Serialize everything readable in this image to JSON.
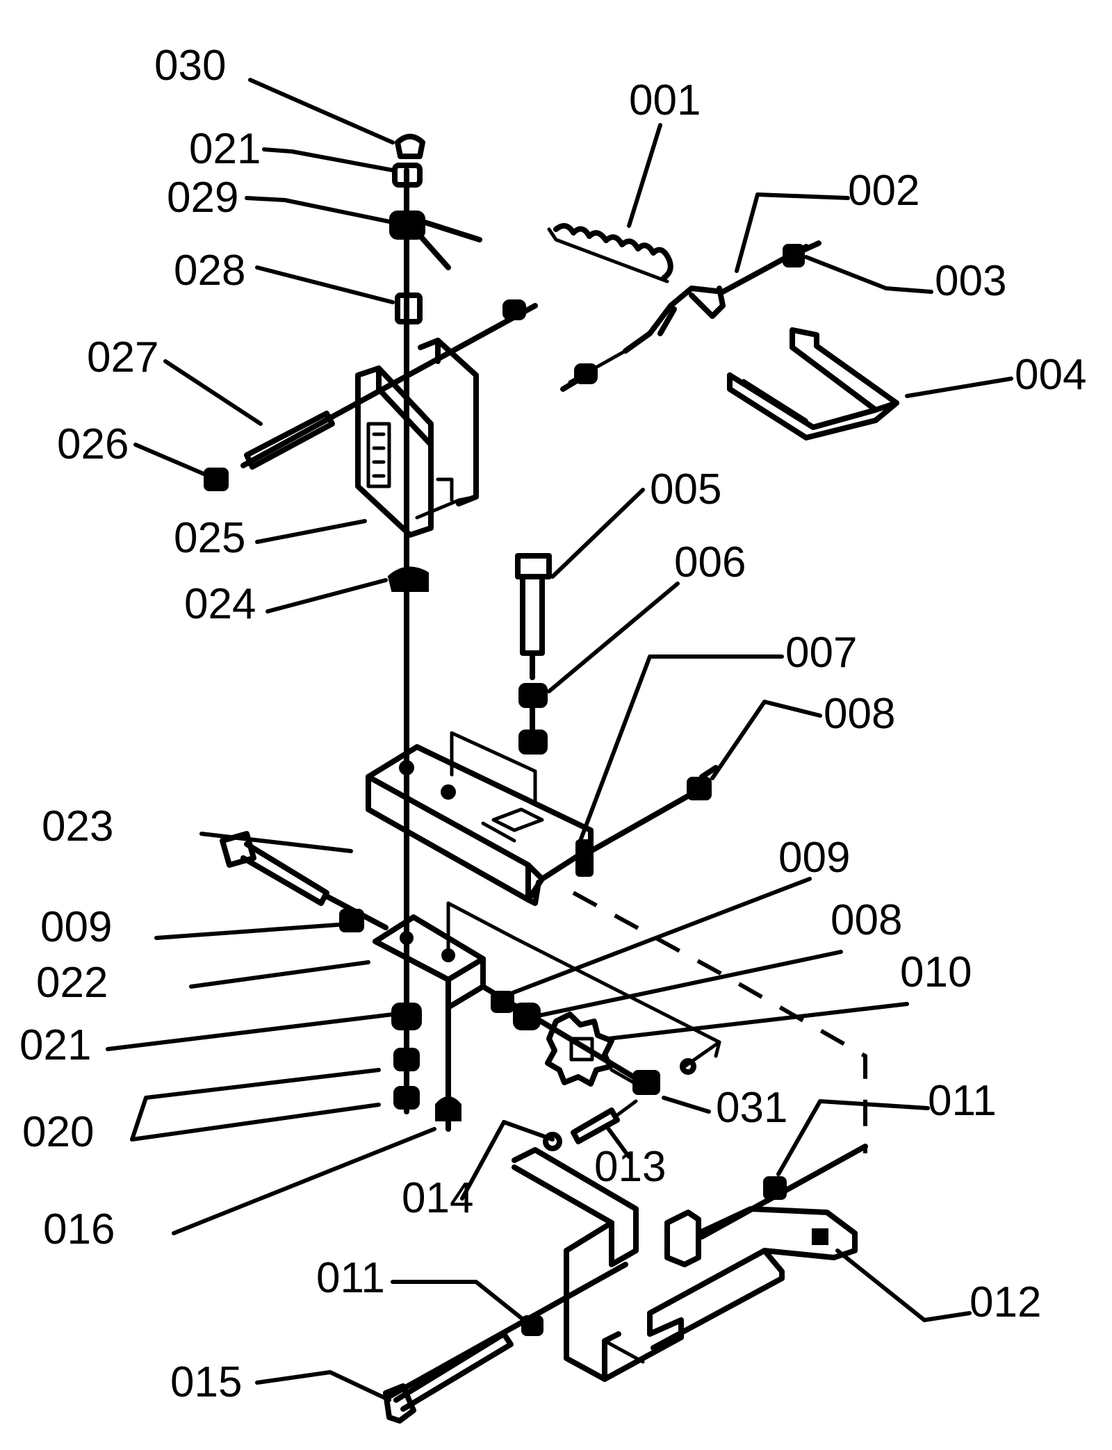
{
  "labels": {
    "l001": "001",
    "l002": "002",
    "l003": "003",
    "l004": "004",
    "l005": "005",
    "l006": "006",
    "l007": "007",
    "l008a": "008",
    "l008b": "008",
    "l009a": "009",
    "l009b": "009",
    "l010": "010",
    "l011a": "011",
    "l011b": "011",
    "l012": "012",
    "l013": "013",
    "l014": "014",
    "l015": "015",
    "l016": "016",
    "l020": "020",
    "l021a": "021",
    "l021b": "021",
    "l022": "022",
    "l023": "023",
    "l024": "024",
    "l025": "025",
    "l026": "026",
    "l027": "027",
    "l028": "028",
    "l029": "029",
    "l030": "030",
    "l031": "031"
  }
}
